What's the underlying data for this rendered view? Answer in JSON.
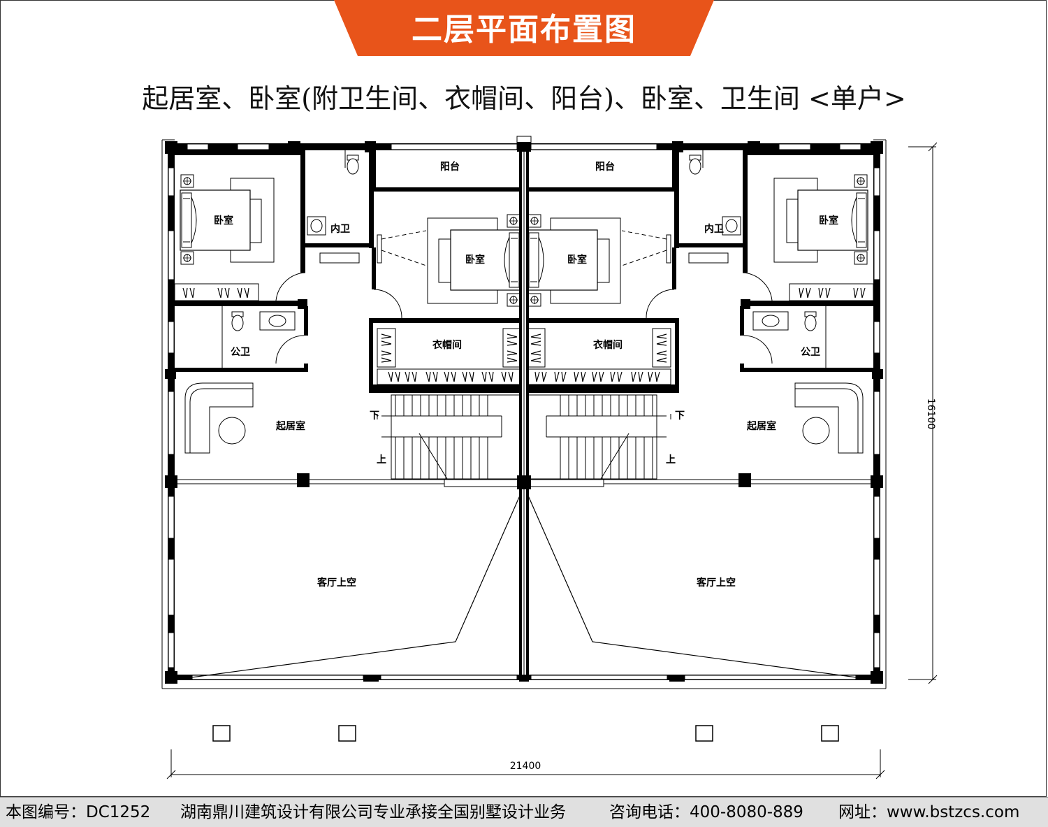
{
  "title": "二层平面布置图",
  "subtitle": "起居室、卧室(附卫生间、衣帽间、阳台)、卧室、卫生间 <单户>",
  "colors": {
    "banner": "#e8541a",
    "wall": "#000000"
  },
  "rooms": {
    "balcony": "阳台",
    "bedroom": "卧室",
    "inner_bath": "内卫",
    "public_bath": "公卫",
    "wardrobe": "衣帽间",
    "living": "起居室",
    "void": "客厅上空",
    "stair_down": "下",
    "stair_up": "上"
  },
  "dimensions": {
    "width": "21400",
    "height": "16100"
  },
  "footer": {
    "drawing_no": "本图编号：DC1252",
    "company": "湖南鼎川建筑设计有限公司专业承接全国别墅设计业务",
    "phone": "咨询电话：400-8080-889",
    "website": "网址：www.bstzcs.com"
  }
}
